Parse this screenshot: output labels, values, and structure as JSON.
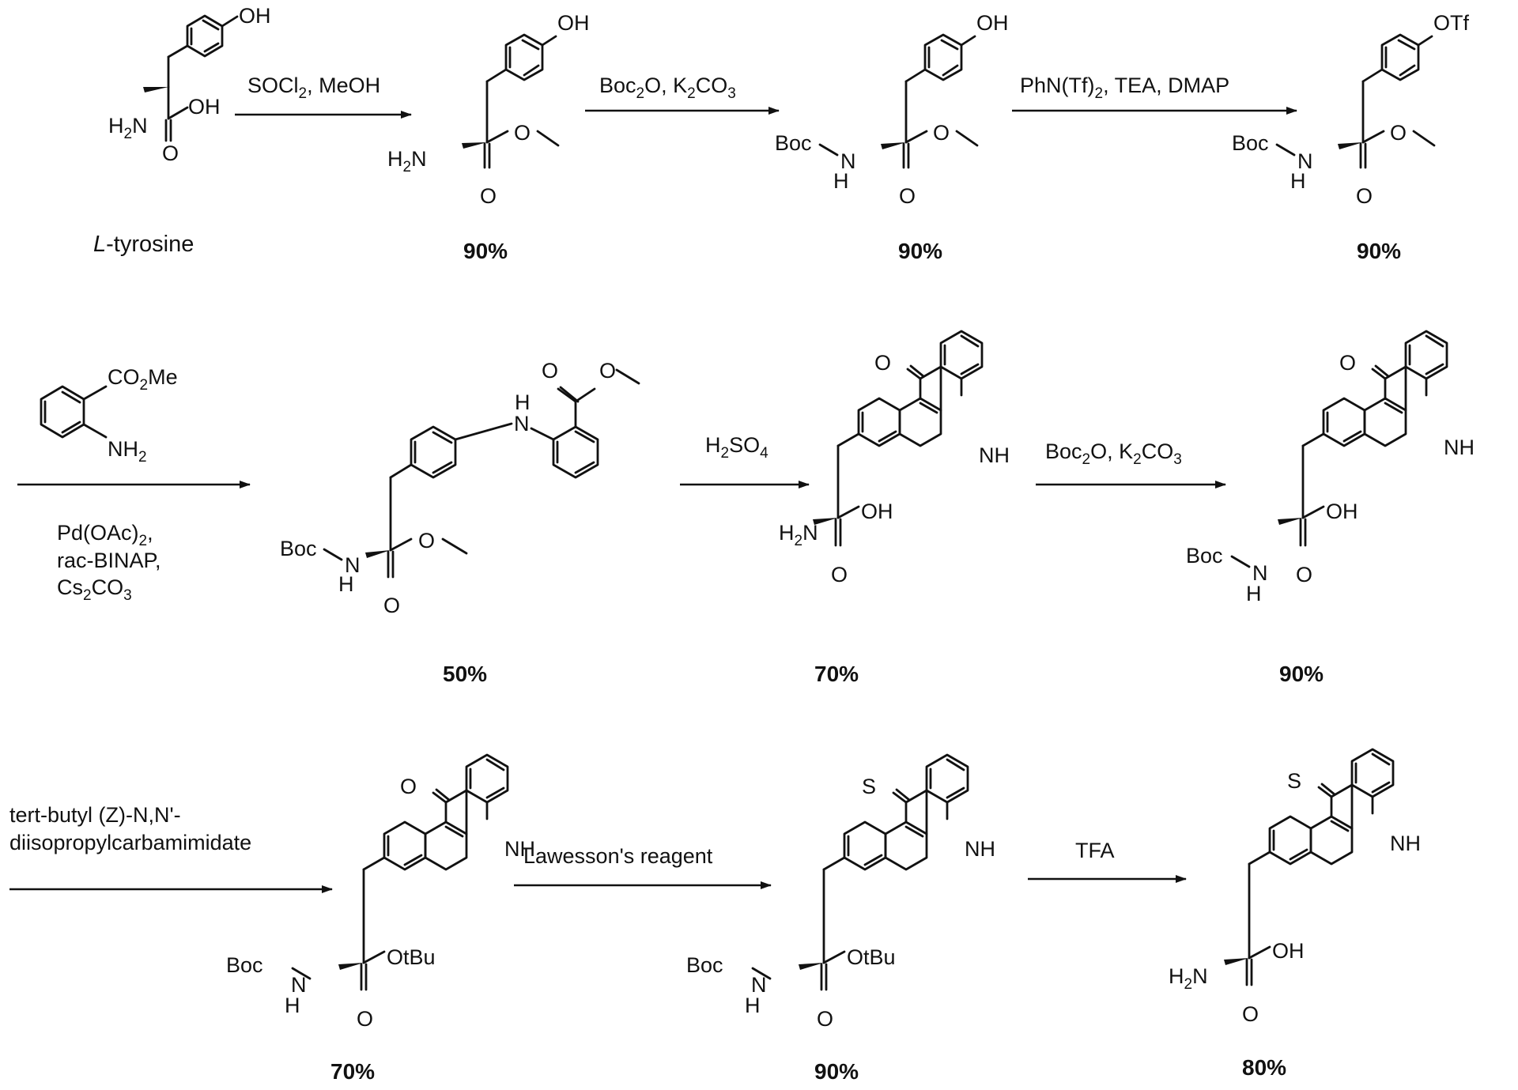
{
  "scheme": {
    "compounds": [
      {
        "id": "c1",
        "label_italic": "L",
        "label_rest": "-tyrosine",
        "groups": {
          "top": "OH",
          "acid": "OH",
          "carbonyl": "O",
          "amine": "H",
          "amine_sub": "2",
          "amine_tail": "N"
        }
      },
      {
        "id": "c2",
        "yield": "90%",
        "groups": {
          "top": "OH",
          "carbonyl": "O",
          "ester": "O",
          "amine": "H",
          "amine_sub": "2",
          "amine_tail": "N"
        }
      },
      {
        "id": "c3",
        "yield": "90%",
        "groups": {
          "top": "OH",
          "carbonyl": "O",
          "ester": "O",
          "boc": "Boc",
          "nh_n": "N",
          "nh_h": "H"
        }
      },
      {
        "id": "c4",
        "yield": "90%",
        "groups": {
          "top": "OTf",
          "carbonyl": "O",
          "ester": "O",
          "boc": "Boc",
          "nh_n": "N",
          "nh_h": "H"
        }
      },
      {
        "id": "c5",
        "yield": "50%",
        "groups": {
          "ester_o": "O",
          "ester_o2": "O",
          "nh_n": "N",
          "nh_h": "H",
          "carbonyl": "O",
          "ester": "O",
          "boc": "Boc",
          "boc_n": "N",
          "boc_h": "H"
        }
      },
      {
        "id": "c6",
        "yield": "70%",
        "groups": {
          "ketone": "O",
          "ring_nh": "NH",
          "acid": "OH",
          "carbonyl": "O",
          "amine": "H",
          "amine_sub": "2",
          "amine_tail": "N"
        }
      },
      {
        "id": "c7",
        "yield": "90%",
        "groups": {
          "ketone": "O",
          "ring_nh": "NH",
          "acid": "OH",
          "carbonyl": "O",
          "boc": "Boc",
          "nh_n": "N",
          "nh_h": "H"
        }
      },
      {
        "id": "c8",
        "yield": "70%",
        "groups": {
          "ketone": "O",
          "ring_nh": "NH",
          "ester": "OtBu",
          "carbonyl": "O",
          "boc": "Boc",
          "nh_n": "N",
          "nh_h": "H"
        }
      },
      {
        "id": "c9",
        "yield": "90%",
        "groups": {
          "thione": "S",
          "ring_nh": "NH",
          "ester": "OtBu",
          "carbonyl": "O",
          "boc": "Boc",
          "nh_n": "N",
          "nh_h": "H"
        }
      },
      {
        "id": "c10",
        "yield": "80%",
        "groups": {
          "thione": "S",
          "ring_nh": "NH",
          "acid": "OH",
          "carbonyl": "O",
          "amine": "H",
          "amine_sub": "2",
          "amine_tail": "N"
        }
      }
    ],
    "reagents": {
      "r1": {
        "a": "SOCl",
        "a_sub": "2",
        "b": ", MeOH"
      },
      "r2": {
        "a": "Boc",
        "a_sub": "2",
        "b": "O, K",
        "b_sub": "2",
        "c": "CO",
        "c_sub": "3"
      },
      "r3": {
        "a": "PhN(Tf)",
        "a_sub": "2",
        "b": ", TEA, DMAP"
      },
      "r4": {
        "aniline_ester": "CO",
        "aniline_ester_sub": "2",
        "aniline_ester_tail": "Me",
        "aniline_amine": "NH",
        "aniline_amine_sub": "2",
        "line1": "Pd(OAc)",
        "line1_sub": "2",
        "line1_tail": ",",
        "line2": "rac-BINAP,",
        "line3": "Cs",
        "line3_sub": "2",
        "line3_mid": "CO",
        "line3_sub2": "3"
      },
      "r5": {
        "a": "H",
        "a_sub": "2",
        "b": "SO",
        "b_sub": "4"
      },
      "r6": {
        "a": "Boc",
        "a_sub": "2",
        "b": "O, K",
        "b_sub": "2",
        "c": "CO",
        "c_sub": "3"
      },
      "r7": {
        "line1": "tert-butyl (Z)-N,N'-",
        "line2": "diisopropylcarbamimidate"
      },
      "r8": {
        "a": "Lawesson's reagent"
      },
      "r9": {
        "a": "TFA"
      }
    }
  }
}
